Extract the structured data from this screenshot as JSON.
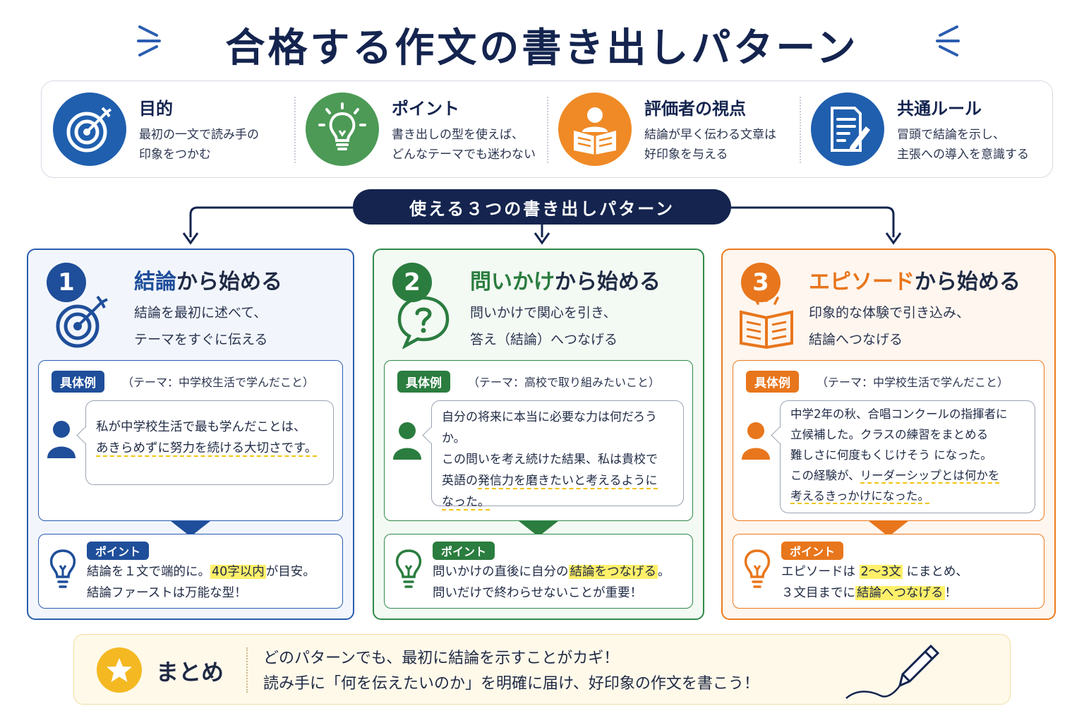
{
  "title": "合格する作文の書き出しパターン",
  "info": [
    {
      "icon": "target-icon",
      "title": "目的",
      "lines": [
        "最初の一文で読み手の",
        "印象をつかむ"
      ],
      "color": "#1f5fae"
    },
    {
      "icon": "lightbulb-icon",
      "title": "ポイント",
      "lines": [
        "書き出しの型を使えば、",
        "どんなテーマでも迷わない"
      ],
      "color": "#4c9a56"
    },
    {
      "icon": "reader-icon",
      "title": "評価者の視点",
      "lines": [
        "結論が早く伝わる文章は",
        "好印象を与える"
      ],
      "color": "#ef8a26"
    },
    {
      "icon": "document-pen-icon",
      "title": "共通ルール",
      "lines": [
        "冒頭で結論を示し、",
        "主張への導入を意識する"
      ],
      "color": "#1f5fae"
    }
  ],
  "banner": "使える３つの書き出しパターン",
  "patterns": [
    {
      "number": "1",
      "title_highlight": "結論",
      "title_rest": "から始める",
      "desc": [
        "結論を最初に述べて、",
        "テーマをすぐに伝える"
      ],
      "icon": "target-icon",
      "color": "#1f4e9a",
      "example_tag": "具体例",
      "example_theme": "（テーマ：中学校生活で学んだこと）",
      "example_lines": [
        "私が中学校生活で最も学んだことは、",
        "あきらめずに努力を続ける大切さです。"
      ],
      "point_tag": "ポイント",
      "point_line1_a": "結論を１文で端的に。",
      "point_line1_hl": "40字以内",
      "point_line1_b": "が目安。",
      "point_line2_a": "結論ファーストは万能な型！",
      "point_line2_hl": "",
      "point_line2_b": ""
    },
    {
      "number": "2",
      "title_highlight": "問いかけ",
      "title_rest": "から始める",
      "desc": [
        "問いかけで関心を引き、",
        "答え（結論）へつなげる"
      ],
      "icon": "question-bubble-icon",
      "color": "#2a7d3f",
      "example_tag": "具体例",
      "example_theme": "（テーマ：高校で取り組みたいこと）",
      "example_lines": [
        "自分の将来に本当に必要な力は何だろうか。",
        "この問いを考え続けた結果、私は貴校で",
        "英語の発信力を磨きたいと考えるように",
        "なった。"
      ],
      "point_tag": "ポイント",
      "point_line1_a": "問いかけの直後に自分の",
      "point_line1_hl": "結論をつなげる",
      "point_line1_b": "。",
      "point_line2_a": "問いだけで終わらせないことが重要！",
      "point_line2_hl": "",
      "point_line2_b": ""
    },
    {
      "number": "3",
      "title_highlight": "エピソード",
      "title_rest": "から始める",
      "desc": [
        "印象的な体験で引き込み、",
        "結論へつなげる"
      ],
      "icon": "open-book-icon",
      "color": "#e8761c",
      "example_tag": "具体例",
      "example_theme": "（テーマ：中学校生活で学んだこと）",
      "example_lines": [
        "中学2年の秋、合唱コンクールの指揮者に",
        "立候補した。クラスの練習をまとめる",
        "難しさに何度もくじけそう になった。",
        "この経験が、リーダーシップとは何かを",
        "考えるきっかけになった。"
      ],
      "point_tag": "ポイント",
      "point_line1_a": "エピソードは",
      "point_line1_hl": "2〜3文",
      "point_line1_b": "にまとめ、",
      "point_line2_a": "３文目までに",
      "point_line2_hl": "結論へつなげる",
      "point_line2_b": "！"
    }
  ],
  "summary": {
    "title": "まとめ",
    "lines": [
      "どのパターンでも、最初に結論を示すことがカギ！",
      "読み手に「何を伝えたいのか」を明確に届け、好印象の作文を書こう！"
    ],
    "icons": [
      "star-icon",
      "pen-icon"
    ]
  }
}
